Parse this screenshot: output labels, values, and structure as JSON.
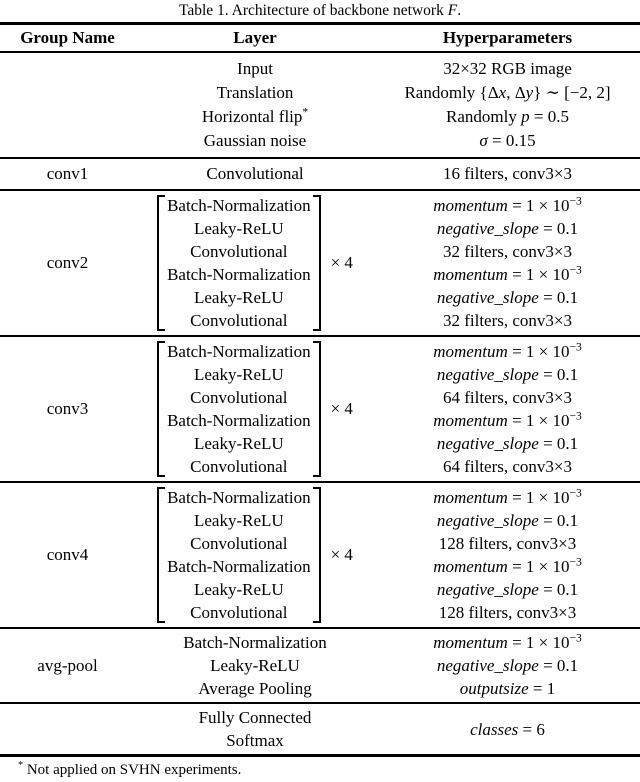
{
  "caption": [
    {
      "text": "Table 1. Architecture of backbone network ",
      "style": "plain"
    },
    {
      "text": "F",
      "style": "italic"
    },
    {
      "text": ".",
      "style": "plain"
    }
  ],
  "header": {
    "group_name": "Group Name",
    "layer": "Layer",
    "hyperparameters": "Hyperparameters"
  },
  "sections": {
    "preprocess": {
      "group": "",
      "layers": [
        [
          {
            "text": "Input",
            "style": "plain"
          }
        ],
        [
          {
            "text": "Translation",
            "style": "plain"
          }
        ],
        [
          {
            "text": "Horizontal flip",
            "style": "plain"
          },
          {
            "text": "*",
            "style": "sup"
          }
        ],
        [
          {
            "text": "Gaussian noise",
            "style": "plain"
          }
        ]
      ],
      "hypers": [
        [
          {
            "text": "32×32 RGB image",
            "style": "plain"
          }
        ],
        [
          {
            "text": "Randomly {Δ",
            "style": "plain"
          },
          {
            "text": "x",
            "style": "italic"
          },
          {
            "text": ", Δ",
            "style": "plain"
          },
          {
            "text": "y",
            "style": "italic"
          },
          {
            "text": "} ∼ [−2, 2]",
            "style": "plain"
          }
        ],
        [
          {
            "text": "Randomly ",
            "style": "plain"
          },
          {
            "text": "p",
            "style": "italic"
          },
          {
            "text": " = 0.5",
            "style": "plain"
          }
        ],
        [
          {
            "text": "σ",
            "style": "italic"
          },
          {
            "text": " = 0.15",
            "style": "plain"
          }
        ]
      ]
    },
    "conv1": {
      "group": "conv1",
      "layer": "Convolutional",
      "hyper": [
        {
          "text": "16 filters, conv3×3",
          "style": "plain"
        }
      ]
    },
    "conv2": {
      "group": "conv2",
      "multiplier": "× 4",
      "layers": [
        "Batch-Normalization",
        "Leaky-ReLU",
        "Convolutional",
        "Batch-Normalization",
        "Leaky-ReLU",
        "Convolutional"
      ],
      "hypers": [
        [
          {
            "text": "momentum",
            "style": "italic"
          },
          {
            "text": " = 1 × 10",
            "style": "plain"
          },
          {
            "text": "−3",
            "style": "sup"
          }
        ],
        [
          {
            "text": "negative_slope",
            "style": "italic"
          },
          {
            "text": " = 0.1",
            "style": "plain"
          }
        ],
        [
          {
            "text": "32 filters, conv3×3",
            "style": "plain"
          }
        ],
        [
          {
            "text": "momentum",
            "style": "italic"
          },
          {
            "text": " = 1 × 10",
            "style": "plain"
          },
          {
            "text": "−3",
            "style": "sup"
          }
        ],
        [
          {
            "text": "negative_slope",
            "style": "italic"
          },
          {
            "text": " = 0.1",
            "style": "plain"
          }
        ],
        [
          {
            "text": "32 filters, conv3×3",
            "style": "plain"
          }
        ]
      ]
    },
    "conv3": {
      "group": "conv3",
      "multiplier": "× 4",
      "layers": [
        "Batch-Normalization",
        "Leaky-ReLU",
        "Convolutional",
        "Batch-Normalization",
        "Leaky-ReLU",
        "Convolutional"
      ],
      "hypers": [
        [
          {
            "text": "momentum",
            "style": "italic"
          },
          {
            "text": " = 1 × 10",
            "style": "plain"
          },
          {
            "text": "−3",
            "style": "sup"
          }
        ],
        [
          {
            "text": "negative_slope",
            "style": "italic"
          },
          {
            "text": " = 0.1",
            "style": "plain"
          }
        ],
        [
          {
            "text": "64 filters, conv3×3",
            "style": "plain"
          }
        ],
        [
          {
            "text": "momentum",
            "style": "italic"
          },
          {
            "text": " = 1 × 10",
            "style": "plain"
          },
          {
            "text": "−3",
            "style": "sup"
          }
        ],
        [
          {
            "text": "negative_slope",
            "style": "italic"
          },
          {
            "text": " = 0.1",
            "style": "plain"
          }
        ],
        [
          {
            "text": "64 filters, conv3×3",
            "style": "plain"
          }
        ]
      ]
    },
    "conv4": {
      "group": "conv4",
      "multiplier": "× 4",
      "layers": [
        "Batch-Normalization",
        "Leaky-ReLU",
        "Convolutional",
        "Batch-Normalization",
        "Leaky-ReLU",
        "Convolutional"
      ],
      "hypers": [
        [
          {
            "text": "momentum",
            "style": "italic"
          },
          {
            "text": " = 1 × 10",
            "style": "plain"
          },
          {
            "text": "−3",
            "style": "sup"
          }
        ],
        [
          {
            "text": "negative_slope",
            "style": "italic"
          },
          {
            "text": " = 0.1",
            "style": "plain"
          }
        ],
        [
          {
            "text": "128 filters, conv3×3",
            "style": "plain"
          }
        ],
        [
          {
            "text": "momentum",
            "style": "italic"
          },
          {
            "text": " = 1 × 10",
            "style": "plain"
          },
          {
            "text": "−3",
            "style": "sup"
          }
        ],
        [
          {
            "text": "negative_slope",
            "style": "italic"
          },
          {
            "text": " = 0.1",
            "style": "plain"
          }
        ],
        [
          {
            "text": "128 filters, conv3×3",
            "style": "plain"
          }
        ]
      ]
    },
    "avg_pool": {
      "group": "avg-pool",
      "layers": [
        "Batch-Normalization",
        "Leaky-ReLU",
        "Average Pooling"
      ],
      "hypers": [
        [
          {
            "text": "momentum",
            "style": "italic"
          },
          {
            "text": " = 1 × 10",
            "style": "plain"
          },
          {
            "text": "−3",
            "style": "sup"
          }
        ],
        [
          {
            "text": "negative_slope",
            "style": "italic"
          },
          {
            "text": " = 0.1",
            "style": "plain"
          }
        ],
        [
          {
            "text": "outputsize",
            "style": "italic"
          },
          {
            "text": " = 1",
            "style": "plain"
          }
        ]
      ]
    },
    "classifier": {
      "group": "",
      "layers": [
        "Fully Connected",
        "Softmax"
      ],
      "hypers": [
        [
          {
            "text": "classes",
            "style": "italic"
          },
          {
            "text": " = 6",
            "style": "plain"
          }
        ],
        []
      ]
    }
  },
  "footnote": [
    {
      "text": "*",
      "style": "sup"
    },
    {
      "text": " Not applied on SVHN experiments.",
      "style": "plain"
    }
  ]
}
